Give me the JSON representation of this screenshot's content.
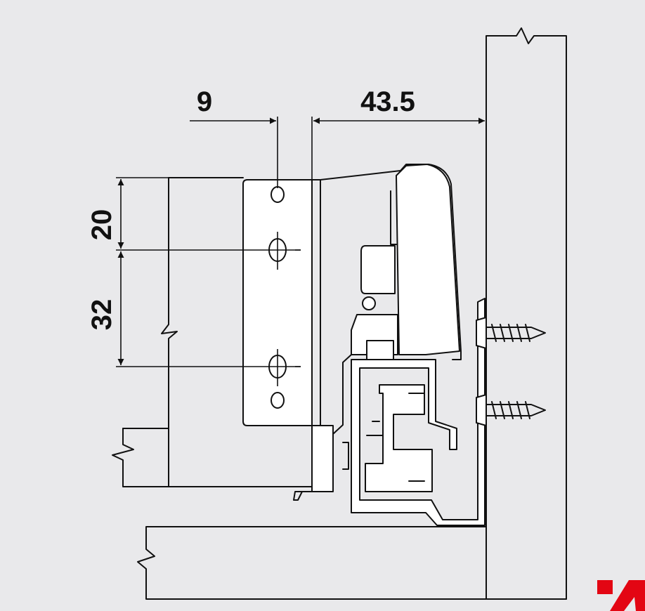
{
  "dimensions": {
    "offset_9": "9",
    "offset_43_5": "43.5",
    "height_20": "20",
    "height_32": "32"
  },
  "colors": {
    "background": "#e9e9eb",
    "line": "#111111",
    "fill": "#ffffff",
    "logo_red": "#e30613"
  }
}
